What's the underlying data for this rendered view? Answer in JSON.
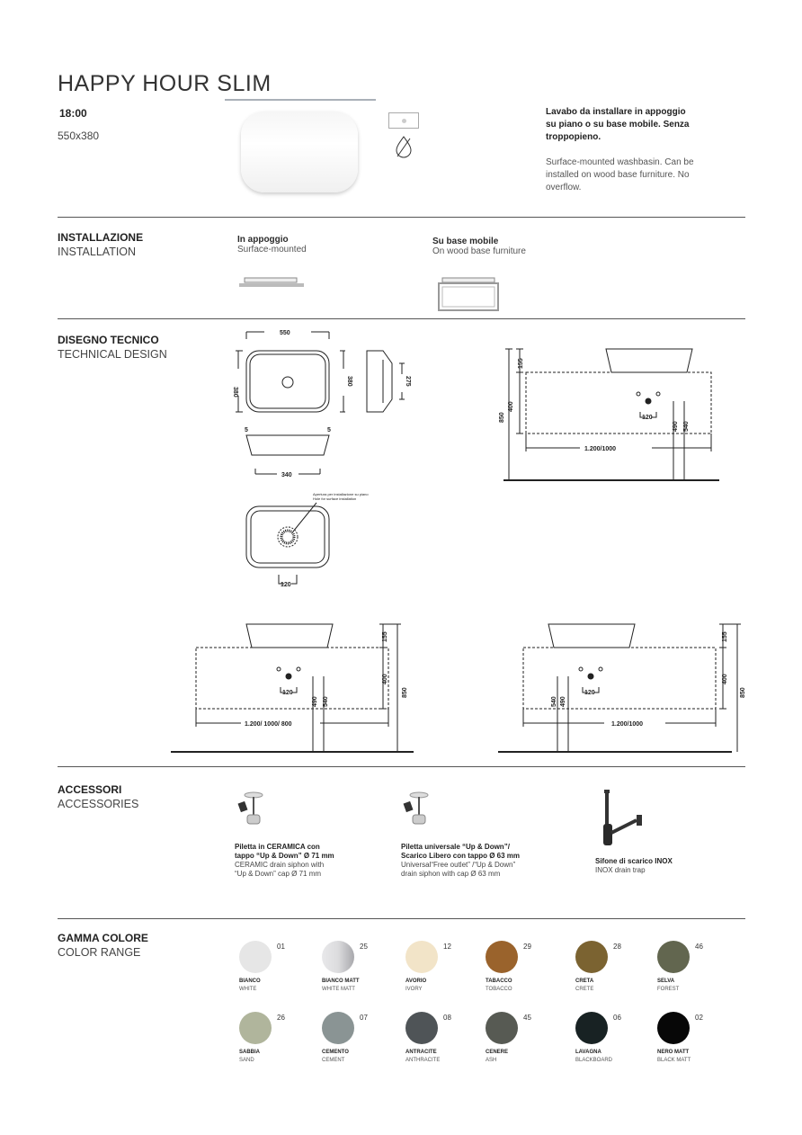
{
  "header": {
    "title": "HAPPY HOUR SLIM",
    "code": "18:00",
    "size": "550x380",
    "desc_it": "Lavabo da installare in appoggio su piano o su base mobile. Senza troppopieno.",
    "desc_en": "Surface-mounted washbasin. Can be installed on wood base furniture. No overflow."
  },
  "installation": {
    "title_it": "INSTALLAZIONE",
    "title_en": "INSTALLATION",
    "options": [
      {
        "it": "In appoggio",
        "en": "Surface-mounted"
      },
      {
        "it": "Su base mobile",
        "en": "On wood base furniture"
      }
    ]
  },
  "technical": {
    "title_it": "DISEGNO TECNICO",
    "title_en": "TECHNICAL DESIGN",
    "dims": {
      "w": "550",
      "d": "380",
      "d2": "380",
      "h": "275",
      "rim_l": "5",
      "rim_r": "5",
      "base": "340",
      "hole": "120",
      "h155": "155",
      "h400": "400",
      "h850": "850",
      "h490": "490",
      "h540": "540",
      "hole2": "120",
      "width_a": "1.200/1000",
      "width_b": "1.200/ 1000/ 800",
      "width_c": "1.200/1000"
    },
    "note_it": "Apertura per installazione su piano",
    "note_en": "Hole for surface installation"
  },
  "accessories": {
    "title_it": "ACCESSORI",
    "title_en": "ACCESSORIES",
    "items": [
      {
        "it1": "Piletta in CERAMICA con",
        "it2": "tappo “Up & Down” Ø 71 mm",
        "en1": "CERAMIC drain siphon with",
        "en2": "“Up & Down” cap Ø 71 mm"
      },
      {
        "it1": "Piletta universale “Up & Down”/",
        "it2": "Scarico Libero con tappo Ø 63 mm",
        "en1": "Universal“Free outlet” /“Up & Down”",
        "en2": "drain siphon with cap Ø 63 mm"
      },
      {
        "it1": "Sifone di scarico INOX",
        "it2": "",
        "en1": "INOX drain trap",
        "en2": ""
      }
    ]
  },
  "colors": {
    "title_it": "GAMMA COLORE",
    "title_en": "COLOR RANGE",
    "items": [
      {
        "code": "01",
        "it": "BIANCO",
        "en": "WHITE",
        "hex": "#e6e6e6"
      },
      {
        "code": "25",
        "it": "BIANCO MATT",
        "en": "WHITE MATT",
        "hex": "#d8d8da"
      },
      {
        "code": "12",
        "it": "AVORIO",
        "en": "IVORY",
        "hex": "#f2e4c8"
      },
      {
        "code": "29",
        "it": "TABACCO",
        "en": "TOBACCO",
        "hex": "#9a632c"
      },
      {
        "code": "28",
        "it": "CRETA",
        "en": "CRETE",
        "hex": "#7b6331"
      },
      {
        "code": "46",
        "it": "SELVA",
        "en": "FOREST",
        "hex": "#62664f"
      },
      {
        "code": "26",
        "it": "SABBIA",
        "en": "SAND",
        "hex": "#b0b59c"
      },
      {
        "code": "07",
        "it": "CEMENTO",
        "en": "CEMENT",
        "hex": "#8a9494"
      },
      {
        "code": "08",
        "it": "ANTRACITE",
        "en": "ANTHRACITE",
        "hex": "#4f5457"
      },
      {
        "code": "45",
        "it": "CENERE",
        "en": "ASH",
        "hex": "#575a53"
      },
      {
        "code": "06",
        "it": "LAVAGNA",
        "en": "BLACKBOARD",
        "hex": "#182223"
      },
      {
        "code": "02",
        "it": "NERO  MATT",
        "en": "BLACK MATT",
        "hex": "#070707"
      }
    ]
  }
}
